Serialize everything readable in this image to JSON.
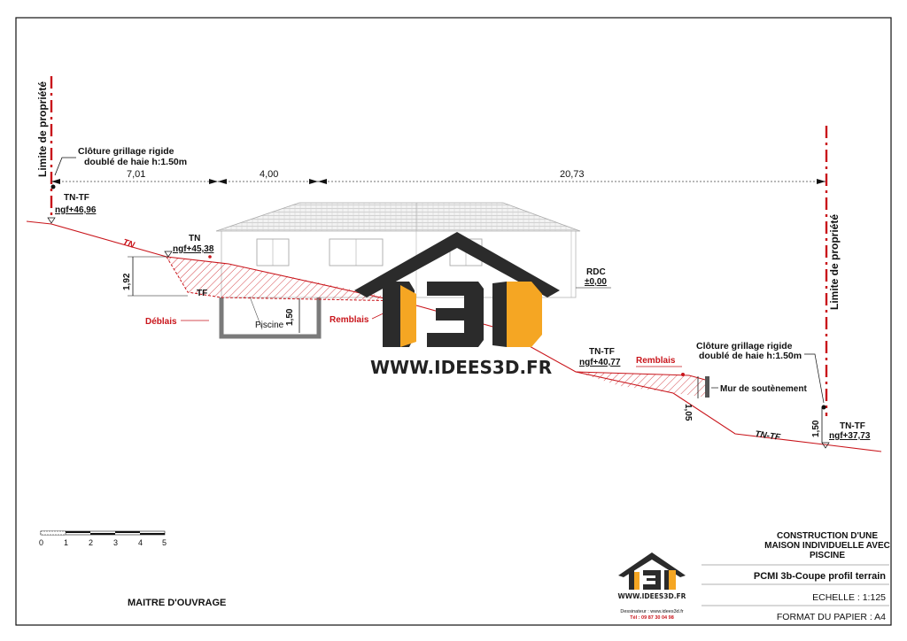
{
  "colors": {
    "red": "#c9151b",
    "dark": "#2b2b2b",
    "orange": "#f5a623",
    "grey": "#9a9a9a"
  },
  "left_property": {
    "label": "Limite de propriété"
  },
  "right_property": {
    "label": "Limite de propriété"
  },
  "left_fence": {
    "line1": "Clôture grillage rigide",
    "line2": "doublé de haie h:1.50m"
  },
  "right_fence": {
    "line1": "Clôture grillage rigide",
    "line2": "doublé de haie h:1.50m"
  },
  "dimensions": {
    "d1": "7,01",
    "d2": "4,00",
    "d3": "20,73",
    "h_left": "1,92",
    "h_pool": "1,50",
    "h_wall": "1,05",
    "h_right": "1,50"
  },
  "levels": {
    "tn_tf_left": {
      "title": "TN-TF",
      "value": "ngf+46,96"
    },
    "tn_mid": {
      "title": "TN",
      "value": "ngf+45,38"
    },
    "tf": "TF",
    "rdc": {
      "title": "RDC",
      "value": "±0,00"
    },
    "tn_tf_mid": {
      "title": "TN-TF",
      "value": "ngf+40,77"
    },
    "tn_tf_right": {
      "title": "TN-TF",
      "value": "ngf+37,73"
    }
  },
  "terrain_labels": {
    "tn": "TN",
    "tn_tf": "TN-TF"
  },
  "annotations": {
    "deblais": "Déblais",
    "remblais_1": "Remblais",
    "remblais_2": "Remblais",
    "piscine": "Piscine",
    "mur": "Mur de soutènement"
  },
  "watermark": {
    "url": "WWW.IDEES3D.FR"
  },
  "scale_bar": {
    "ticks": [
      "0",
      "1",
      "2",
      "3",
      "4",
      "5"
    ]
  },
  "title_block": {
    "project_line1": "CONSTRUCTION D'UNE",
    "project_line2": "MAISON INDIVIDUELLE AVEC",
    "project_line3": "PISCINE",
    "sheet_title": "PCMI 3b-Coupe profil terrain",
    "scale": "ECHELLE : 1:125",
    "paper": "FORMAT DU PAPIER : A4",
    "owner": "MAITRE D'OUVRAGE",
    "logo_url": "WWW.IDEES3D.FR",
    "designer_line": "Dessinateur : www.idees3d.fr",
    "phone_line": "Tél : 09 87 30 04 98"
  }
}
